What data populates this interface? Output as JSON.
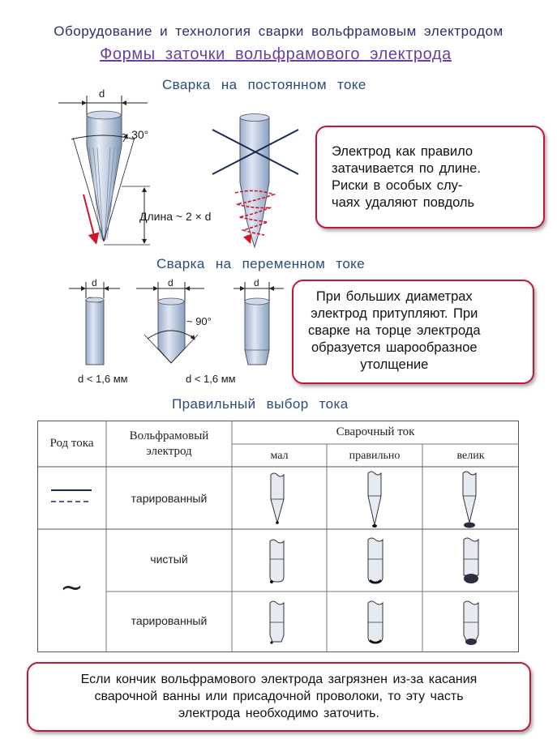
{
  "header": {
    "title": "Оборудование и технология сварки вольфрамовым электродом",
    "subtitle": "Формы заточки вольфрамового электрода"
  },
  "dc_section": {
    "title": "Сварка на постоянном токе",
    "dim_d": "d",
    "angle": "~ 30°",
    "length": "Длина ~ 2 × d",
    "note": "Электрод как правило\nзатачивается по длине.\nРиски в особых слу-\nчаях удаляют повдоль"
  },
  "ac_section": {
    "title": "Сварка на переменном токе",
    "dim_d": "d",
    "angle": "~ 90°",
    "cond1": "d < 1,6 мм",
    "cond2": "d < 1,6 мм",
    "note": "При больших диаметрах\nэлектрод притупляют. При\nсварке на торце электрода\nобразуется шарообразное\nутолщение"
  },
  "current_section": {
    "title": "Правильный выбор тока",
    "table": {
      "col_current_type": "Род тока",
      "col_electrode": "Вольфрамовый\nэлектрод",
      "col_welding_current": "Сварочный ток",
      "sub_low": "мал",
      "sub_correct": "правильно",
      "sub_high": "велик",
      "rows": [
        {
          "electrode": "тарированный"
        },
        {
          "electrode": "чистый"
        },
        {
          "electrode": "тарированный"
        }
      ],
      "ac_symbol": "~"
    }
  },
  "footer_note": "Если кончик вольфрамового электрода загрязнен из-за касания\nсварочной ванны или присадочной проволоки, то эту часть\nэлектрода необходимо заточить."
}
